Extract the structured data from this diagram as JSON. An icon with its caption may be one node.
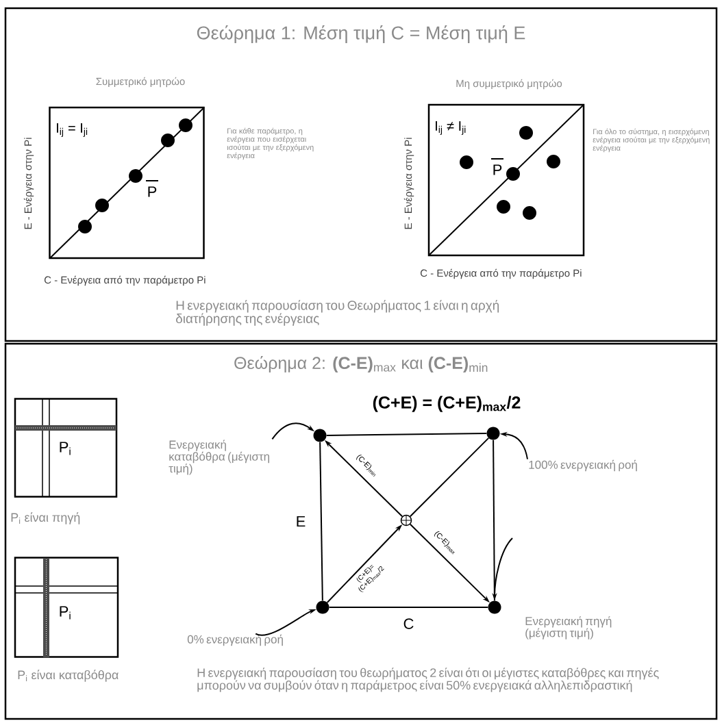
{
  "diagram": {
    "nodes": [
      {
        "text": [
          "Θεώρημα 1: Μέση τιμή C = Μέση τιμή E",
          "Η ενεργειακή παρουσίαση του Θεωρήματος 1 είναι η αρχή διατήρησης της ενέργειας"
        ]
      },
      {
        "text": [
          "I$_{ij}$ = I$_{ji}$",
          "P"
        ],
        "in": 0,
        "beside": [
          "Συμμετρικό μητρώο",
          "E - Ενέργεια στην Pi",
          "C - Ενέργεια από την παράμετρο Pi",
          "Για κάθε παράμετρο, η ενέργεια που εισέρχεται ισούται με την εξερχόμενη ενέργεια"
        ]
      },
      {
        "text": [
          "I$_{ij}$ ≠ I$_{ji}$",
          "P"
        ],
        "in": 0,
        "beside": [
          "Μη συμμετρικό μητρώο",
          "E - Ενέργεια στην Pi",
          "C - Ενέργεια από την παράμετρο Pi",
          "Για όλο το σύστημα, η εισερχόμενη ενέργεια ισούται με την εξερχόμενη ενέργεια"
        ]
      },
      {
        "text": [
          "Θεώρημα 2: **(C-E)**$_{max}$ και **(C-E)**$_{min}$",
          "Η ενεργειακή παρουσίαση του θεωρήματος 2 είναι ότι οι μέγιστες καταβόθρες και πηγές μπορούν να συμβούν όταν η παράμετρος είναι 50% ενεργειακά αλληλεπιδραστική"
        ]
      },
      {
        "text": [
          "P$_{i}$"
        ],
        "in": 3,
        "beside": [
          "P$_{i}$ είναι πηγή"
        ]
      },
      {
        "text": [
          "P$_{i}$"
        ],
        "in": 3,
        "beside": [
          "P$_{i}$ είναι καταβόθρα"
        ]
      },
      {
        "text": [],
        "shape": "circle",
        "in": 3
      },
      {
        "text": [],
        "shape": "circle",
        "in": 3
      },
      {
        "text": [],
        "shape": "circle",
        "in": 3
      },
      {
        "text": [],
        "shape": "circle",
        "in": 3
      },
      {
        "text": [],
        "shape": "circle",
        "in": 3
      },
      {
        "text": [
          "Ενεργειακή καταβόθρα (μέγιστη τιμή)"
        ],
        "in": 3
      },
      {
        "text": [
          "100% ενεργειακή ροή"
        ],
        "in": 3
      },
      {
        "text": [
          "0% ενεργειακή ροή"
        ],
        "in": 3
      },
      {
        "text": [
          "Ενεργειακή πηγή (μέγιστη τιμή)"
        ],
        "in": 3
      }
    ],
    "edges": [
      {
        "from": 6,
        "to": 7,
        "arrow": "none"
      },
      {
        "from": 7,
        "to": 10,
        "arrow": "none"
      },
      {
        "from": 9,
        "to": 10,
        "arrow": "none",
        "label": "C"
      },
      {
        "from": 9,
        "to": 6,
        "arrow": "none",
        "label": "E"
      },
      {
        "from": 8,
        "to": 6,
        "arrow": "to",
        "label": "(C-E)$_{min}$"
      },
      {
        "from": 8,
        "to": 10,
        "arrow": "to",
        "label": "(C-E)$_{max}$"
      },
      {
        "from": 9,
        "to": 8,
        "arrow": "to",
        "label": "(C+E)= (C+E)$_{max}$/2"
      },
      {
        "from": 8,
        "to": 7,
        "arrow": "none"
      },
      {
        "from": 11,
        "to": 6,
        "arrow": "to"
      },
      {
        "from": 12,
        "to": 7,
        "arrow": "to"
      },
      {
        "from": 13,
        "to": 9,
        "arrow": "to"
      },
      {
        "from": null,
        "to": 10,
        "arrow": "to"
      }
    ],
    "labels": [
      "(C+E) = (C+E)$_{max}$/2"
    ]
  }
}
